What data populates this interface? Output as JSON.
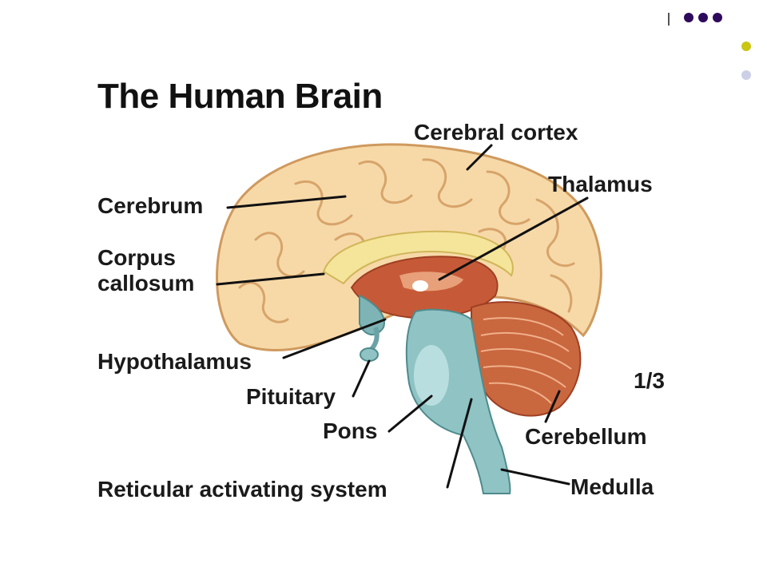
{
  "title": "The Human Brain",
  "page_indicator": "1/3",
  "colors": {
    "decor_dark": "#2e0a5c",
    "decor_yellow": "#c9c614",
    "decor_light": "#ccd0e6",
    "cortex": "#f7d9a8",
    "cortex_stroke": "#cf9a5e",
    "corpus": "#f4e59a",
    "inner_red": "#c65a38",
    "brainstem": "#8fc3c4",
    "cerebellum": "#c9673f"
  },
  "labels": {
    "cerebral_cortex": "Cerebral cortex",
    "thalamus": "Thalamus",
    "cerebrum": "Cerebrum",
    "corpus_callosum_1": "Corpus",
    "corpus_callosum_2": "callosum",
    "hypothalamus": "Hypothalamus",
    "pituitary": "Pituitary",
    "pons": "Pons",
    "cerebellum": "Cerebellum",
    "reticular": "Reticular activating system",
    "medulla": "Medulla"
  }
}
